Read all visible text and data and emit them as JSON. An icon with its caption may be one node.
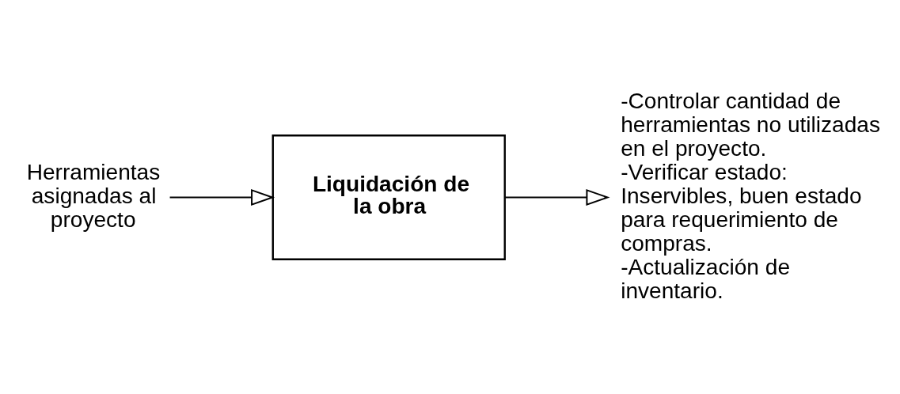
{
  "diagram": {
    "nodes": [
      {
        "text": [
          "Herramientas asignadas al proyecto"
        ]
      },
      {
        "text": [
          "Liquidación de la obra"
        ]
      },
      {
        "text": [
          "-Controlar cantidad de herramientas no utilizadas en el proyecto.",
          "-Verificar estado: Inservibles, buen estado para requerimiento de compras.",
          "-Actualización de inventario."
        ]
      }
    ],
    "edges": [
      {
        "from": 0,
        "to": 1,
        "arrow": "to"
      },
      {
        "from": 1,
        "to": 2,
        "arrow": "to"
      }
    ]
  }
}
